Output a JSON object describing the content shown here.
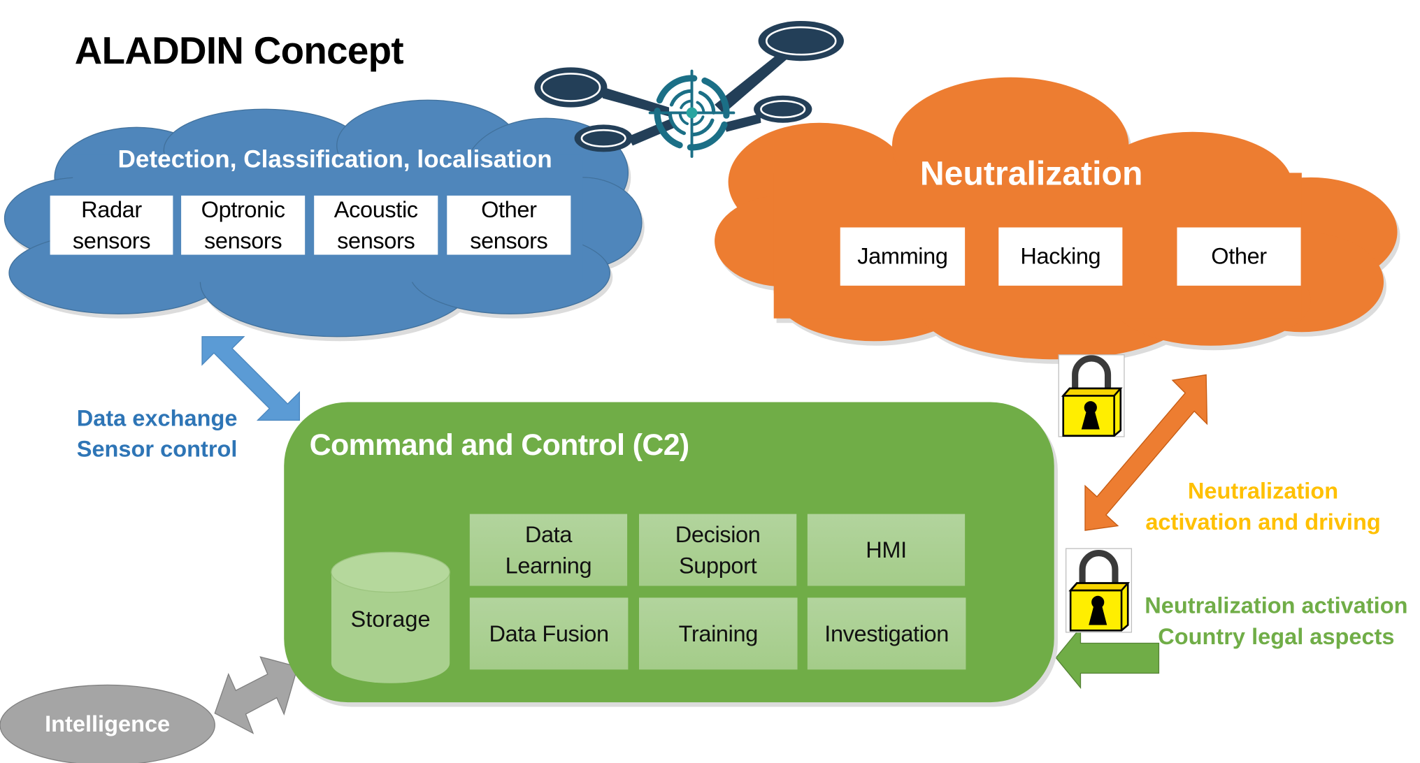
{
  "title": "ALADDIN Concept",
  "colors": {
    "detection_cloud": "#4f86bb",
    "neutralization_cloud": "#ed7d31",
    "c2_block": "#70ad47",
    "c2_module": "#a9d08e",
    "intelligence": "#a5a5a5",
    "data_exchange_text": "#2e75b6",
    "neutralization_driving_text": "#ffc000",
    "legal_text": "#70ad47",
    "drone": "#233f58",
    "target": "#1b7a8c"
  },
  "detection": {
    "title": "Detection, Classification, localisation",
    "sensors": [
      {
        "line1": "Radar",
        "line2": "sensors"
      },
      {
        "line1": "Optronic",
        "line2": "sensors"
      },
      {
        "line1": "Acoustic",
        "line2": "sensors"
      },
      {
        "line1": "Other",
        "line2": "sensors"
      }
    ]
  },
  "neutralization": {
    "title": "Neutralization",
    "methods": [
      "Jamming",
      "Hacking",
      "Other"
    ]
  },
  "c2": {
    "title": "Command and Control (C2)",
    "storage": "Storage",
    "modules": [
      {
        "line1": "Data",
        "line2": "Learning"
      },
      {
        "line1": "Decision",
        "line2": "Support"
      },
      {
        "line1": "HMI",
        "line2": ""
      },
      {
        "line1": "Data Fusion",
        "line2": ""
      },
      {
        "line1": "Training",
        "line2": ""
      },
      {
        "line1": "Investigation",
        "line2": ""
      }
    ]
  },
  "intelligence": {
    "label": "Intelligence"
  },
  "links": {
    "data_exchange": {
      "line1": "Data exchange",
      "line2": "Sensor control"
    },
    "neutralization_driving": {
      "line1": "Neutralization",
      "line2": "activation and driving"
    },
    "legal": {
      "line1": "Neutralization activation",
      "line2": "Country legal aspects"
    }
  }
}
